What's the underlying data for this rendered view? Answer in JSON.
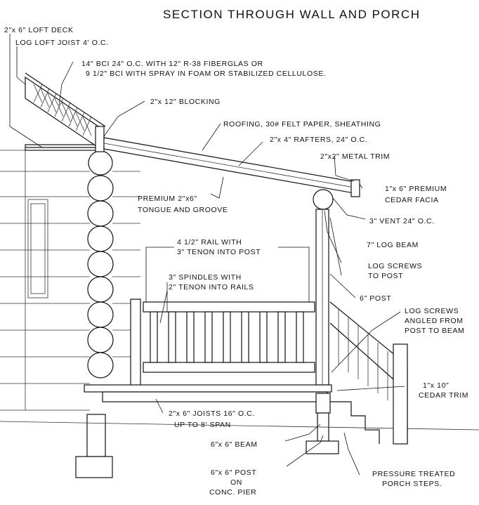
{
  "title": "SECTION THROUGH WALL AND PORCH",
  "labels": {
    "loft_deck": "2\"x 6\" LOFT DECK",
    "loft_joist": "LOG LOFT JOIST 4' O.C.",
    "bci_line1": "14\" BCI 24\" O.C. WITH 12\" R-38 FIBERGLAS OR",
    "bci_line2": "9 1/2\" BCI WITH SPRAY IN FOAM OR STABILIZED CELLULOSE.",
    "blocking": "2\"x 12\" BLOCKING",
    "roofing": "ROOFING, 30# FELT PAPER, SHEATHING",
    "rafters": "2\"x 4\" RAFTERS, 24\" O.C.",
    "metal_trim": "2\"x2\" METAL TRIM",
    "facia_line1": "1\"x 6\" PREMIUM",
    "facia_line2": "CEDAR FACIA",
    "tongue_line1": "PREMIUM 2\"x6\"",
    "tongue_line2": "TONGUE AND GROOVE",
    "vent": "3\" VENT 24\" O.C.",
    "log_beam": "7\" LOG BEAM",
    "rail_line1": "4 1/2\" RAIL WITH",
    "rail_line2": "3\" TENON INTO POST",
    "screws_line1": "LOG SCREWS",
    "screws_line2": "TO POST",
    "spindle_line1": "3\" SPINDLES WITH",
    "spindle_line2": "2\" TENON INTO RAILS",
    "post6": "6\" POST",
    "angled_line1": "LOG SCREWS",
    "angled_line2": "ANGLED FROM",
    "angled_line3": "POST TO BEAM",
    "cedar_trim_line1": "1\"x 10\"",
    "cedar_trim_line2": "CEDAR TRIM",
    "joists_line1": "2\"x 6\" JOISTS 16\" O.C.",
    "joists_line2": "UP TO 8' SPAN",
    "beam66": "6\"x 6\" BEAM",
    "post66_line1": "6\"x 6\" POST",
    "post66_line2": "ON",
    "post66_line3": "CONC. PIER",
    "steps_line1": "PRESSURE TREATED",
    "steps_line2": "PORCH STEPS."
  }
}
